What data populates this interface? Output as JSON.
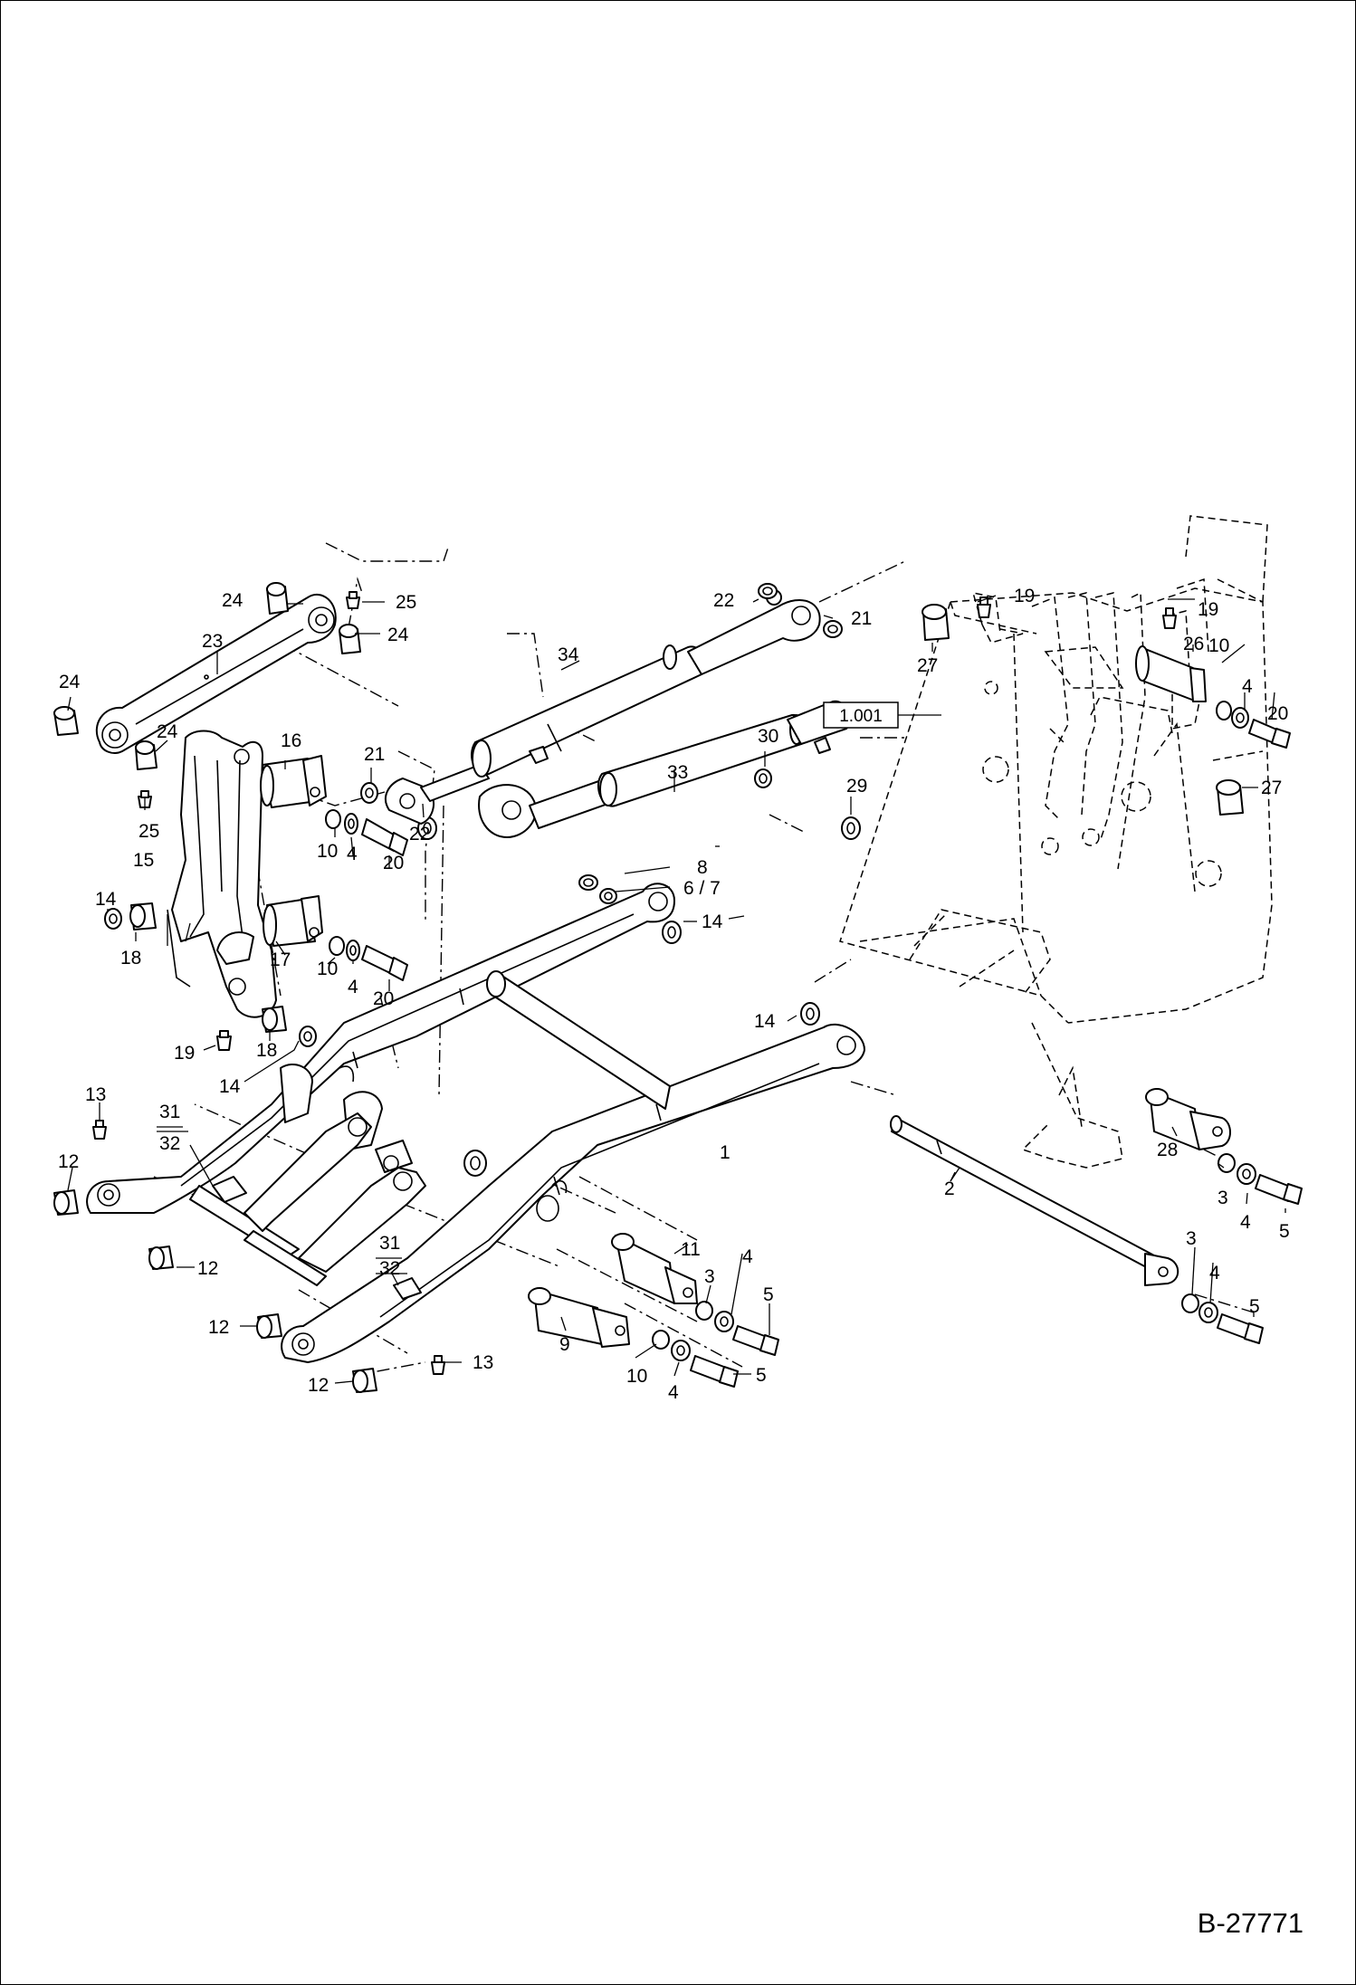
{
  "drawing_id": "B-27771",
  "reference_box": "1.001",
  "callouts": [
    {
      "id": "c1",
      "text": "1"
    },
    {
      "id": "c2",
      "text": "2"
    },
    {
      "id": "c3a",
      "text": "3"
    },
    {
      "id": "c3b",
      "text": "3"
    },
    {
      "id": "c3c",
      "text": "3"
    },
    {
      "id": "c4a",
      "text": "4"
    },
    {
      "id": "c4b",
      "text": "4"
    },
    {
      "id": "c4c",
      "text": "4"
    },
    {
      "id": "c4d",
      "text": "4"
    },
    {
      "id": "c4e",
      "text": "4"
    },
    {
      "id": "c4f",
      "text": "4"
    },
    {
      "id": "c4g",
      "text": "4"
    },
    {
      "id": "c5a",
      "text": "5"
    },
    {
      "id": "c5b",
      "text": "5"
    },
    {
      "id": "c5c",
      "text": "5"
    },
    {
      "id": "c5d",
      "text": "5"
    },
    {
      "id": "c67",
      "text": "6 / 7"
    },
    {
      "id": "c8",
      "text": "8"
    },
    {
      "id": "c9",
      "text": "9"
    },
    {
      "id": "c10a",
      "text": "10"
    },
    {
      "id": "c10b",
      "text": "10"
    },
    {
      "id": "c10c",
      "text": "10"
    },
    {
      "id": "c10d",
      "text": "10"
    },
    {
      "id": "c11",
      "text": "11"
    },
    {
      "id": "c12a",
      "text": "12"
    },
    {
      "id": "c12b",
      "text": "12"
    },
    {
      "id": "c12c",
      "text": "12"
    },
    {
      "id": "c12d",
      "text": "12"
    },
    {
      "id": "c13a",
      "text": "13"
    },
    {
      "id": "c13b",
      "text": "13"
    },
    {
      "id": "c14a",
      "text": "14"
    },
    {
      "id": "c14b",
      "text": "14"
    },
    {
      "id": "c14c",
      "text": "14"
    },
    {
      "id": "c14d",
      "text": "14"
    },
    {
      "id": "c15",
      "text": "15"
    },
    {
      "id": "c16",
      "text": "16"
    },
    {
      "id": "c17",
      "text": "17"
    },
    {
      "id": "c18a",
      "text": "18"
    },
    {
      "id": "c18b",
      "text": "18"
    },
    {
      "id": "c19a",
      "text": "19"
    },
    {
      "id": "c19b",
      "text": "19"
    },
    {
      "id": "c19c",
      "text": "19"
    },
    {
      "id": "c20a",
      "text": "20"
    },
    {
      "id": "c20b",
      "text": "20"
    },
    {
      "id": "c20c",
      "text": "20"
    },
    {
      "id": "c21a",
      "text": "21"
    },
    {
      "id": "c21b",
      "text": "21"
    },
    {
      "id": "c22a",
      "text": "22"
    },
    {
      "id": "c22b",
      "text": "22"
    },
    {
      "id": "c23",
      "text": "23"
    },
    {
      "id": "c24a",
      "text": "24"
    },
    {
      "id": "c24b",
      "text": "24"
    },
    {
      "id": "c24c",
      "text": "24"
    },
    {
      "id": "c24d",
      "text": "24"
    },
    {
      "id": "c25a",
      "text": "25"
    },
    {
      "id": "c25b",
      "text": "25"
    },
    {
      "id": "c26",
      "text": "26"
    },
    {
      "id": "c27a",
      "text": "27"
    },
    {
      "id": "c27b",
      "text": "27"
    },
    {
      "id": "c28",
      "text": "28"
    },
    {
      "id": "c29",
      "text": "29"
    },
    {
      "id": "c30",
      "text": "30"
    },
    {
      "id": "c31a",
      "text": "31"
    },
    {
      "id": "c32a",
      "text": "32"
    },
    {
      "id": "c31b",
      "text": "31"
    },
    {
      "id": "c32b",
      "text": "32"
    },
    {
      "id": "c33",
      "text": "33"
    },
    {
      "id": "c34",
      "text": "34"
    }
  ]
}
